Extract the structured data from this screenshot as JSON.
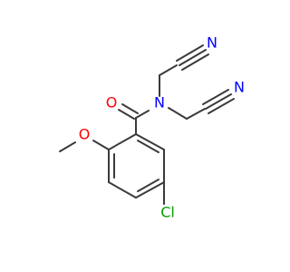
{
  "molecule": {
    "atoms": {
      "o_carbonyl": {
        "symbol": "O",
        "color": "#ff0000"
      },
      "n_amide": {
        "symbol": "N",
        "color": "#0000ff"
      },
      "n_nitrile_top": {
        "symbol": "N",
        "color": "#0000ff"
      },
      "n_nitrile_right": {
        "symbol": "N",
        "color": "#0000ff"
      },
      "o_methoxy": {
        "symbol": "O",
        "color": "#ff0000"
      },
      "cl": {
        "symbol": "Cl",
        "color": "#00a000"
      }
    },
    "bond_color": "#3a3a3a"
  }
}
